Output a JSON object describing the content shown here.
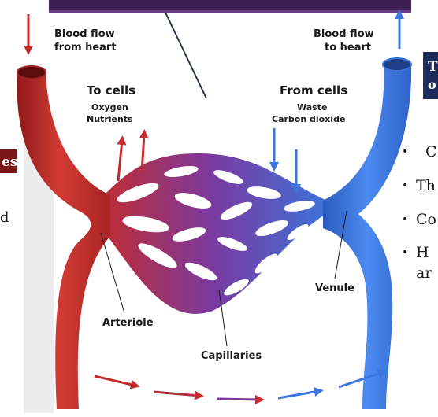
{
  "diagram": {
    "left_flow": {
      "line1": "Blood flow",
      "line2": "from heart"
    },
    "right_flow": {
      "line1": "Blood flow",
      "line2": "to heart"
    },
    "to_cells": {
      "title": "To cells",
      "items": [
        "Oxygen",
        "Nutrients"
      ]
    },
    "from_cells": {
      "title": "From cells",
      "items": [
        "Waste",
        "Carbon dioxide"
      ]
    },
    "labels": {
      "arteriole": "Arteriole",
      "capillaries": "Capillaries",
      "venule": "Venule"
    }
  },
  "background_slide": {
    "right_box": {
      "line1": "T",
      "line2": "o"
    },
    "bullets": [
      "C",
      "Th",
      "Co",
      "H",
      "ar"
    ],
    "left_badge": "es",
    "left_text": "d"
  },
  "colors": {
    "artery": "#c42b2b",
    "vein": "#3b74dc",
    "capillary_mid": "#7a3aa0",
    "banner": "#3e1f54",
    "box": "#1d2a5c"
  }
}
